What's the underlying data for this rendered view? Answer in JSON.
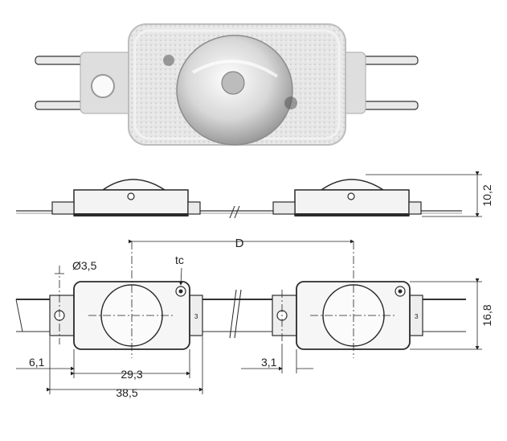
{
  "dimensions": {
    "pitch": "D",
    "height_side": "10,2",
    "hole_diameter": "Ø3,5",
    "temp_point": "tc",
    "height_top": "16,8",
    "offset_left": "6,1",
    "body_width": "29,3",
    "total_width": "38,5",
    "offset_right": "3,1"
  },
  "colors": {
    "body_fill": "#efefef",
    "outline": "#2b2b2b",
    "wire": "#3a3a3a",
    "background": "#ffffff"
  }
}
